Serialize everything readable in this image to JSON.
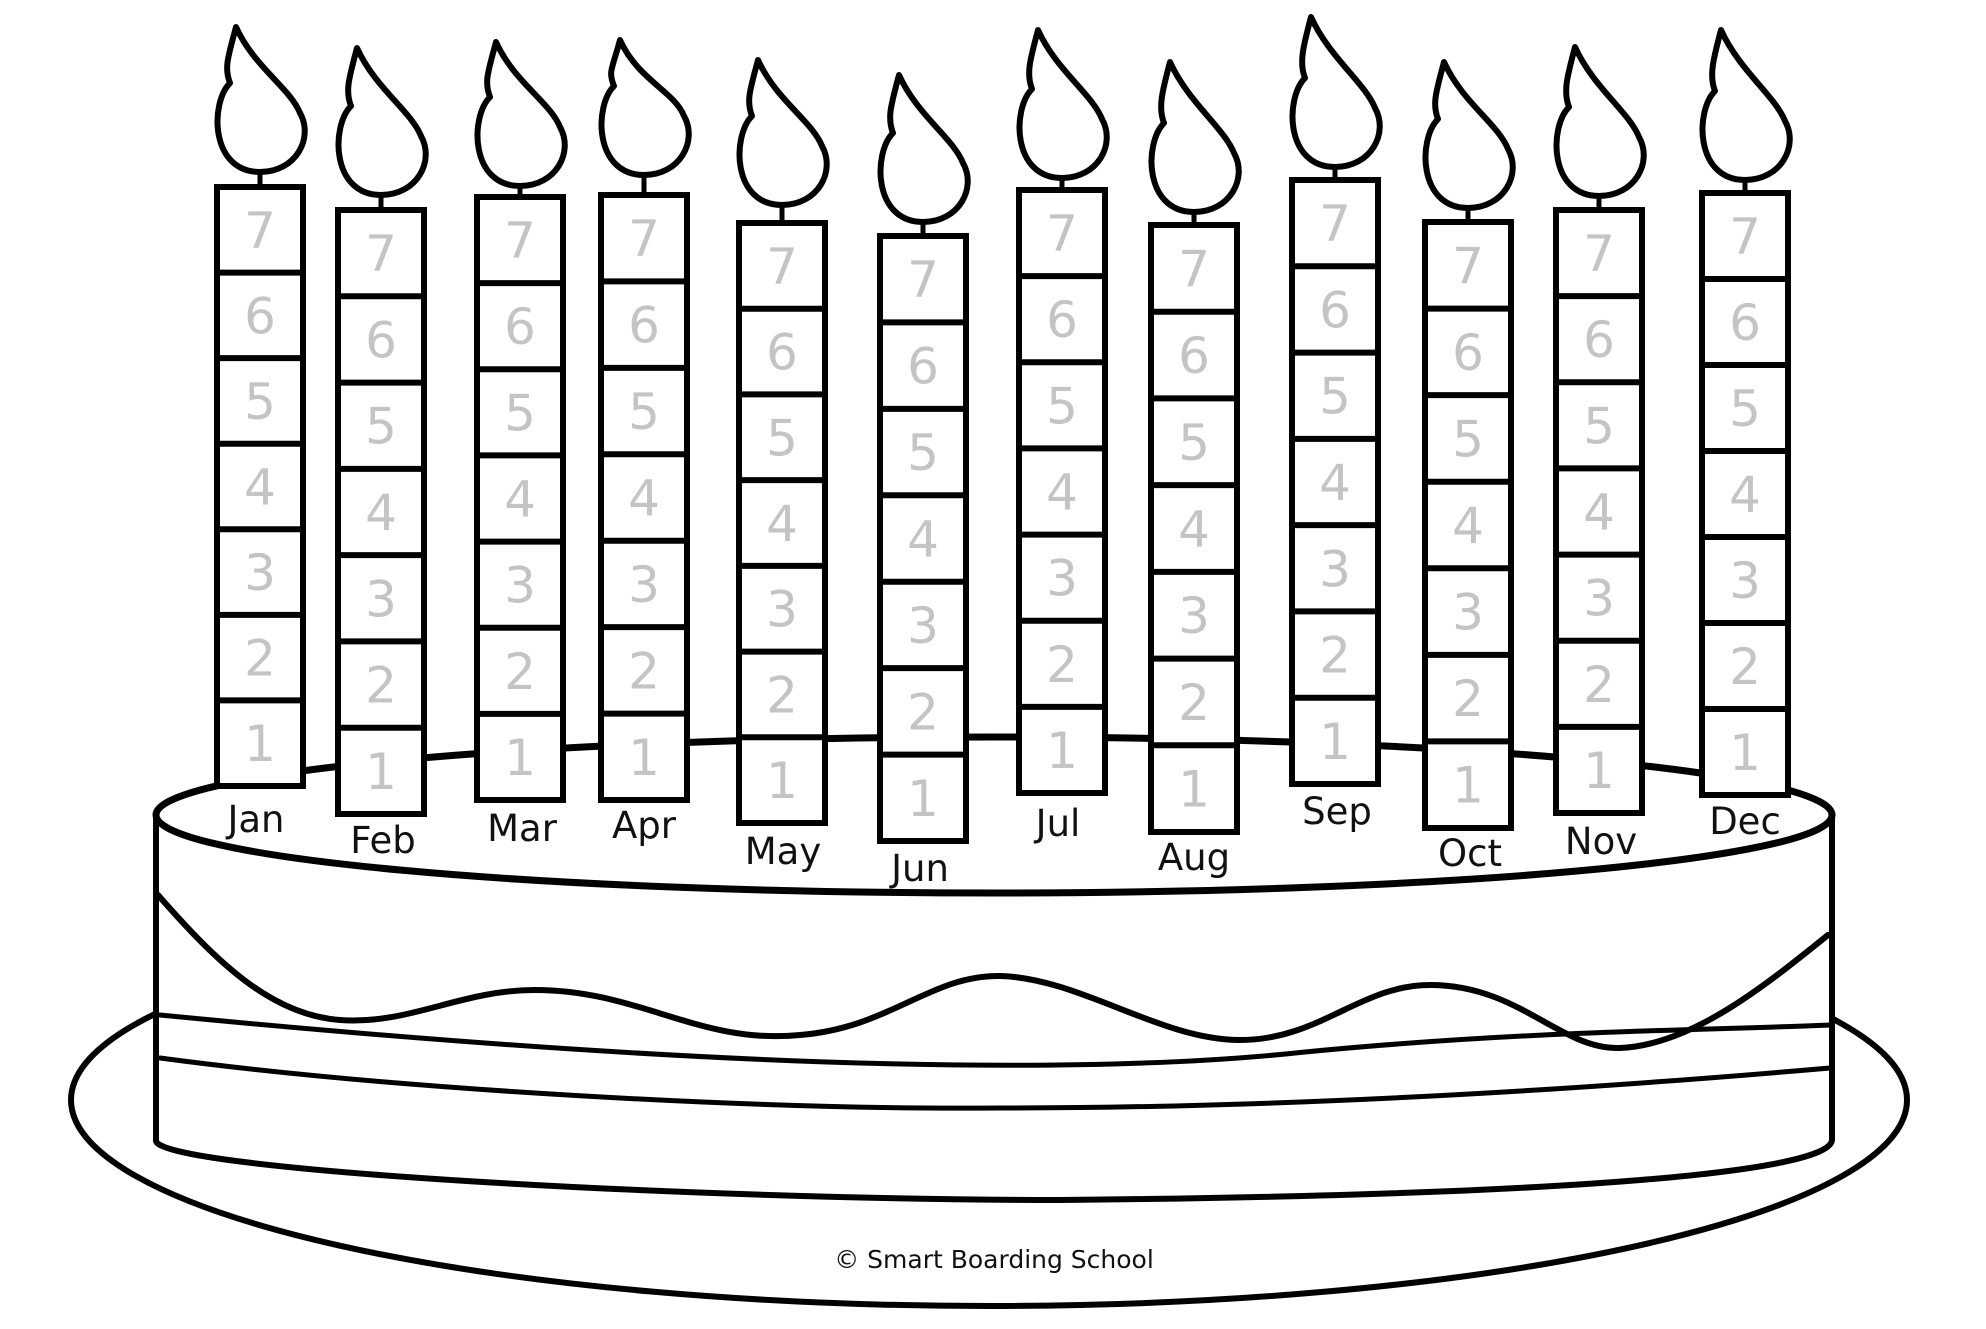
{
  "candles": [
    {
      "month": "Jan",
      "slots": [
        "7",
        "6",
        "5",
        "4",
        "3",
        "2",
        "1"
      ]
    },
    {
      "month": "Feb",
      "slots": [
        "7",
        "6",
        "5",
        "4",
        "3",
        "2",
        "1"
      ]
    },
    {
      "month": "Mar",
      "slots": [
        "7",
        "6",
        "5",
        "4",
        "3",
        "2",
        "1"
      ]
    },
    {
      "month": "Apr",
      "slots": [
        "7",
        "6",
        "5",
        "4",
        "3",
        "2",
        "1"
      ]
    },
    {
      "month": "May",
      "slots": [
        "7",
        "6",
        "5",
        "4",
        "3",
        "2",
        "1"
      ]
    },
    {
      "month": "Jun",
      "slots": [
        "7",
        "6",
        "5",
        "4",
        "3",
        "2",
        "1"
      ]
    },
    {
      "month": "Jul",
      "slots": [
        "7",
        "6",
        "5",
        "4",
        "3",
        "2",
        "1"
      ]
    },
    {
      "month": "Aug",
      "slots": [
        "7",
        "6",
        "5",
        "4",
        "3",
        "2",
        "1"
      ]
    },
    {
      "month": "Sep",
      "slots": [
        "7",
        "6",
        "5",
        "4",
        "3",
        "2",
        "1"
      ]
    },
    {
      "month": "Oct",
      "slots": [
        "7",
        "6",
        "5",
        "4",
        "3",
        "2",
        "1"
      ]
    },
    {
      "month": "Nov",
      "slots": [
        "7",
        "6",
        "5",
        "4",
        "3",
        "2",
        "1"
      ]
    },
    {
      "month": "Dec",
      "slots": [
        "7",
        "6",
        "5",
        "4",
        "3",
        "2",
        "1"
      ]
    }
  ],
  "footer": {
    "copyright": "© Smart Boarding School"
  },
  "colors": {
    "outline": "#000000",
    "slot_number": "#c4c4c4",
    "background": "#ffffff"
  }
}
